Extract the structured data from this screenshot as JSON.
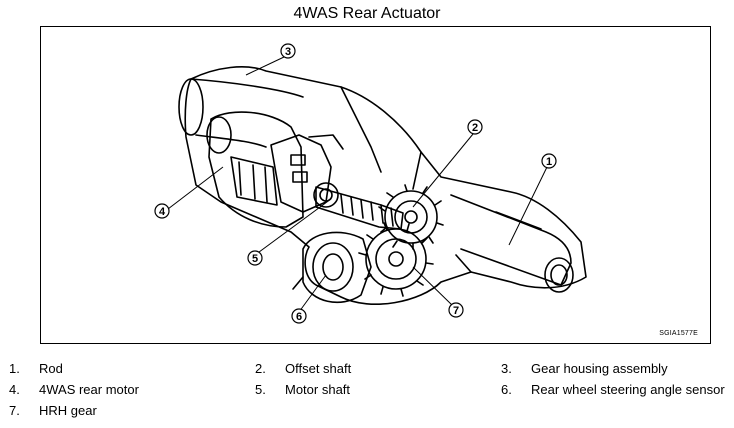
{
  "title": "4WAS Rear Actuator",
  "image_code": "SGIA1577E",
  "callouts": [
    "1",
    "2",
    "3",
    "4",
    "5",
    "6",
    "7"
  ],
  "legend": [
    {
      "num": "1.",
      "label": "Rod"
    },
    {
      "num": "2.",
      "label": "Offset shaft"
    },
    {
      "num": "3.",
      "label": "Gear housing assembly"
    },
    {
      "num": "4.",
      "label": "4WAS rear motor"
    },
    {
      "num": "5.",
      "label": "Motor shaft"
    },
    {
      "num": "6.",
      "label": "Rear wheel steering angle sensor"
    },
    {
      "num": "7.",
      "label": "HRH gear"
    }
  ]
}
